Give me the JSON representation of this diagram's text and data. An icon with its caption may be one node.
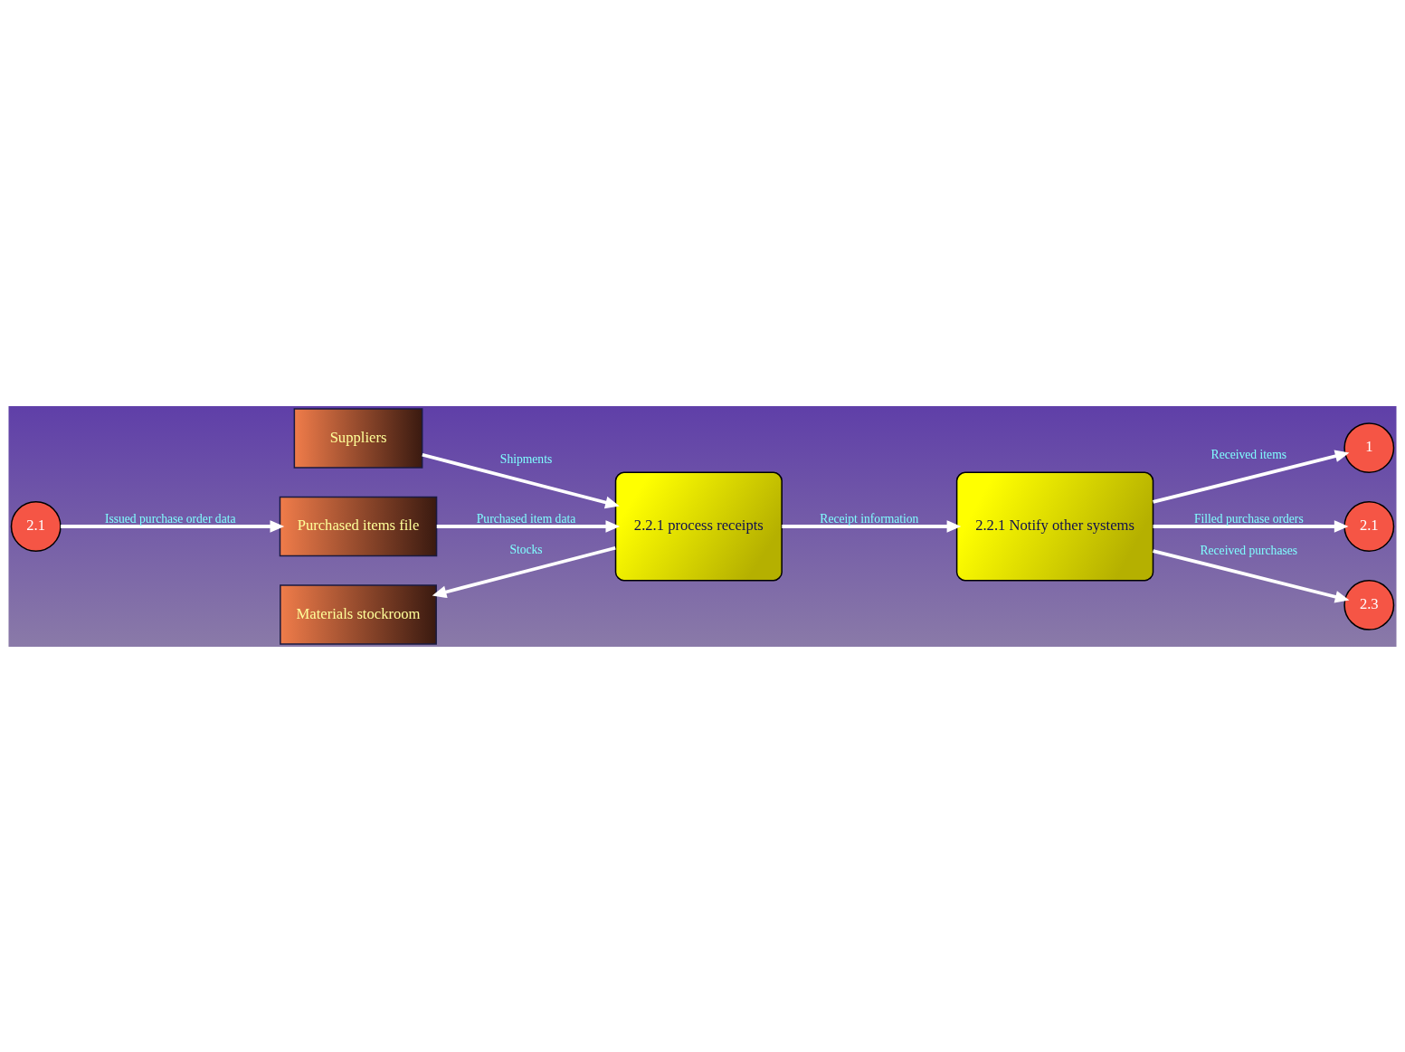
{
  "diagram": {
    "nodes": [
      {
        "text": [
          "Suppliers"
        ]
      },
      {
        "text": [
          "2.1"
        ]
      },
      {
        "text": [
          "Purchased items file"
        ]
      },
      {
        "text": [
          "2.2.1 process receipts"
        ]
      },
      {
        "text": [
          "Materials stockroom"
        ]
      },
      {
        "text": [
          "2.2.1 Notify other systems"
        ]
      },
      {
        "text": [
          "1"
        ]
      },
      {
        "text": [
          "2.1"
        ]
      },
      {
        "text": [
          "2.3"
        ]
      }
    ],
    "edges": [
      {
        "from": 1,
        "to": 2,
        "arrow": "to",
        "label": "Issued purchase order data"
      },
      {
        "from": 2,
        "to": 3,
        "arrow": "to",
        "label": "Purchased item data"
      },
      {
        "from": 0,
        "to": 3,
        "arrow": "to",
        "label": "Shipments"
      },
      {
        "from": 3,
        "to": 4,
        "arrow": "to",
        "label": "Stocks"
      },
      {
        "from": 3,
        "to": 5,
        "arrow": "to",
        "label": "Receipt information"
      },
      {
        "from": 5,
        "to": 6,
        "arrow": "to",
        "label": "Received items"
      },
      {
        "from": 5,
        "to": 7,
        "arrow": "to",
        "label": "Filled purchase orders"
      },
      {
        "from": 5,
        "to": 8,
        "arrow": "to",
        "label": "Received purchases"
      }
    ]
  }
}
